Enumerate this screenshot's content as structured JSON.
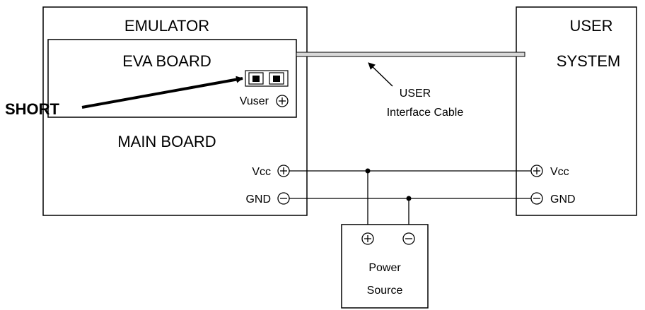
{
  "emulator": {
    "title": "EMULATOR",
    "eva_board": {
      "title": "EVA BOARD",
      "vuser_label": "Vuser"
    },
    "main_board": {
      "title": "MAIN BOARD"
    },
    "vcc_label": "Vcc",
    "gnd_label": "GND"
  },
  "user_system": {
    "title_line1": "USER",
    "title_line2": "SYSTEM",
    "vcc_label": "Vcc",
    "gnd_label": "GND"
  },
  "cable": {
    "label_line1": "USER",
    "label_line2": "Interface Cable"
  },
  "short_label": "SHORT",
  "power_source": {
    "label_line1": "Power",
    "label_line2": "Source"
  },
  "colors": {
    "stroke": "#000000",
    "cable_fill": "#d9d9d9",
    "background": "#ffffff"
  }
}
